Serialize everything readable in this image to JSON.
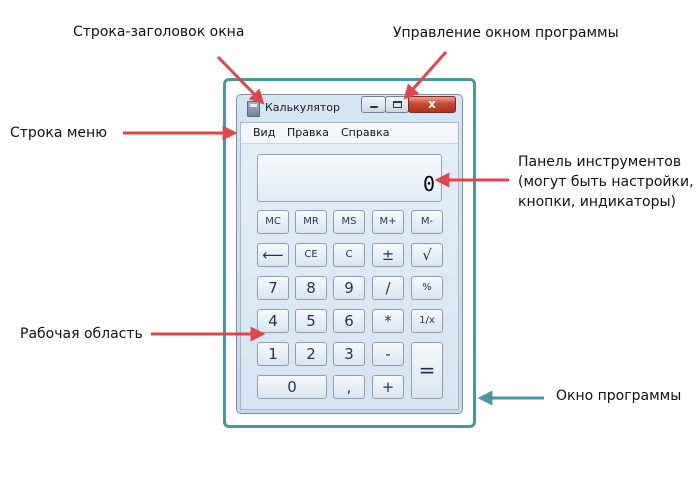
{
  "annotations": {
    "title_bar": "Строка-заголовок окна",
    "window_controls": "Управление окном программы",
    "menu_bar": "Строка меню",
    "toolbar_line1": "Панель инструментов",
    "toolbar_line2": "(могут быть настройки,",
    "toolbar_line3": "кнопки, индикаторы)",
    "work_area": "Рабочая область",
    "program_window": "Окно программы"
  },
  "window": {
    "title": "Калькулятор",
    "close_symbol": "x"
  },
  "menu": {
    "items": [
      "Вид",
      "Правка",
      "Справка"
    ]
  },
  "display": {
    "value": "0"
  },
  "keypad": {
    "rows": [
      [
        "MC",
        "MR",
        "MS",
        "M+",
        "M-"
      ],
      [
        "⟵",
        "CE",
        "C",
        "±",
        "√"
      ],
      [
        "7",
        "8",
        "9",
        "/",
        "%"
      ],
      [
        "4",
        "5",
        "6",
        "*",
        "1/x"
      ],
      [
        "1",
        "2",
        "3",
        "-",
        "="
      ],
      [
        "0",
        ",",
        "+"
      ]
    ]
  },
  "colors": {
    "arrow_red": "#e0474c",
    "arrow_teal": "#4a95a6",
    "frame_teal": "#4a95a6"
  }
}
